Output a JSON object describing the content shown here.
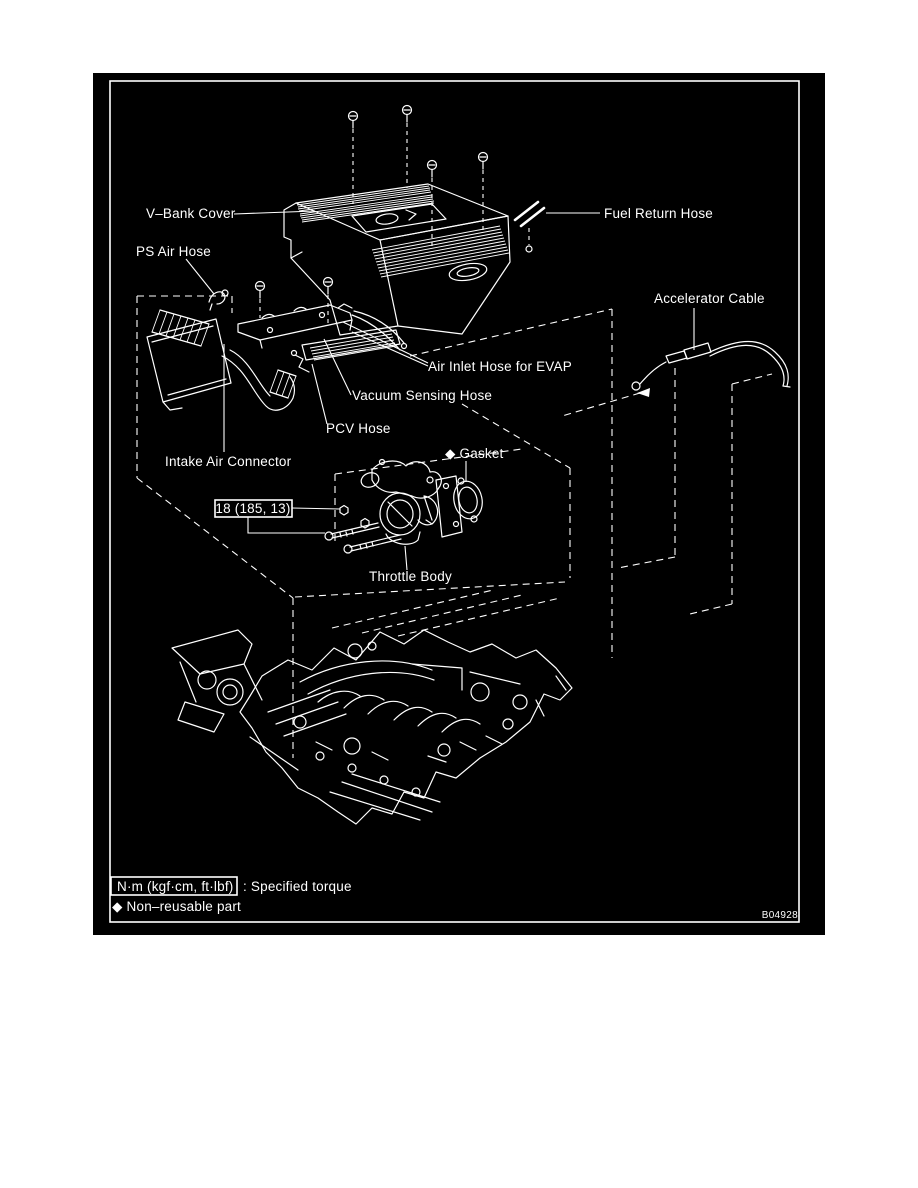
{
  "diagram": {
    "background": "#000000",
    "line_color": "#ffffff",
    "page_color": "#ffffff",
    "code": "B04928",
    "labels": {
      "v_bank_cover": "V–Bank Cover",
      "ps_air_hose": "PS Air Hose",
      "fuel_return_hose": "Fuel Return Hose",
      "accelerator_cable": "Accelerator Cable",
      "air_inlet_hose_for_evap": "Air Inlet Hose for EVAP",
      "vacuum_sensing_hose": "Vacuum Sensing Hose",
      "pcv_hose": "PCV Hose",
      "intake_air_connector": "Intake Air Connector",
      "gasket": "◆ Gasket",
      "throttle_body": "Throttle Body",
      "torque_spec": "18 (185, 13)"
    },
    "legend": {
      "torque_box": "N·m (kgf·cm, ft·lbf)",
      "torque_text": ": Specified torque",
      "non_reusable": "◆ Non–reusable part"
    }
  }
}
